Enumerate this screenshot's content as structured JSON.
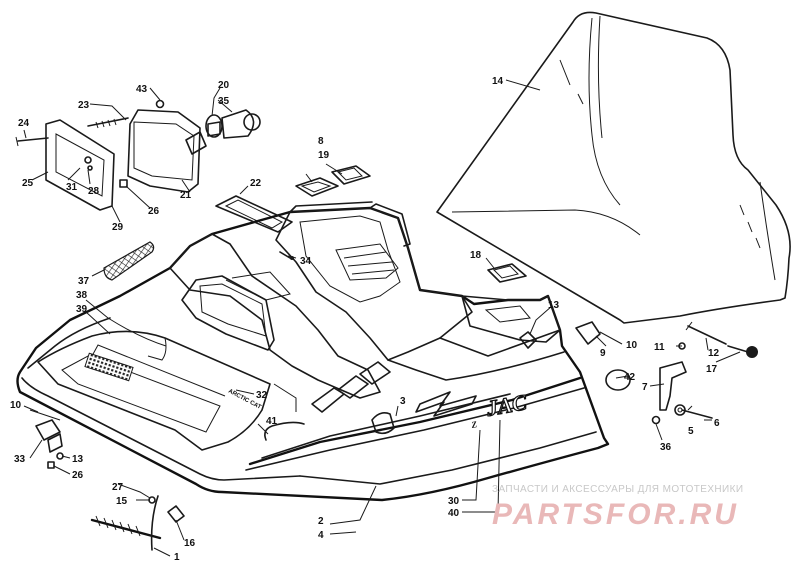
{
  "callouts": {
    "c1": "1",
    "c2": "2",
    "c3": "3",
    "c4": "4",
    "c5": "5",
    "c6": "6",
    "c7": "7",
    "c8": "8",
    "c9": "9",
    "c10a": "10",
    "c10b": "10",
    "c11": "11",
    "c12": "12",
    "c13a": "13",
    "c13b": "13",
    "c14": "14",
    "c15": "15",
    "c16": "16",
    "c17": "17",
    "c18": "18",
    "c19": "19",
    "c20": "20",
    "c21": "21",
    "c22": "22",
    "c23": "23",
    "c24": "24",
    "c25": "25",
    "c26a": "26",
    "c26b": "26",
    "c27": "27",
    "c28": "28",
    "c29": "29",
    "c30": "30",
    "c31": "31",
    "c32": "32",
    "c33": "33",
    "c34": "34",
    "c35": "35",
    "c36": "36",
    "c37": "37",
    "c38": "38",
    "c39": "39",
    "c40": "40",
    "c41": "41",
    "c42": "42",
    "c43": "43"
  },
  "decals": {
    "model_name": "JAC",
    "model_sub": "Z",
    "arctic_cat_label": "ARCTIC CAT"
  },
  "watermark": {
    "tagline": "ЗАПЧАСТИ И АКСЕССУАРЫ ДЛЯ МОТОТЕХНИКИ",
    "logo": "PARTSFOR.RU"
  }
}
